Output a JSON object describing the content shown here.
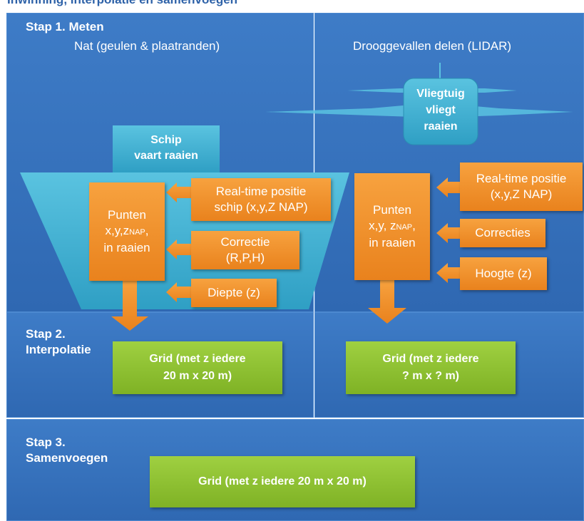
{
  "top_title": "Inwinning, interpolatie en samenvoegen",
  "step1": {
    "title": "Stap 1. Meten",
    "left_heading": "Nat (geulen & plaatranden)",
    "right_heading": "Drooggevallen delen (LIDAR)",
    "ship_label_line1": "Schip",
    "ship_label_line2": "vaart raaien",
    "plane_label_line1": "Vliegtuig",
    "plane_label_line2": "vliegt",
    "plane_label_line3": "raaien",
    "left_points_line1": "Punten",
    "left_points_line2": "x,y,z",
    "left_points_sub": "NAP",
    "left_points_comma": ",",
    "left_points_line3": "in raaien",
    "left_inputs": [
      {
        "line1": "Real-time positie",
        "line2": "schip (x,y,Z NAP)"
      },
      {
        "line1": "Correctie",
        "line2": "(R,P,H)"
      },
      {
        "line1": "Diepte (z)",
        "line2": ""
      }
    ],
    "right_points_line1": "Punten",
    "right_points_line2": "x,y, z",
    "right_points_sub": "NAP",
    "right_points_comma": ",",
    "right_points_line3": "in raaien",
    "right_inputs": [
      {
        "line1": "Real-time positie",
        "line2": "(x,y,Z NAP)"
      },
      {
        "line1": "Correcties",
        "line2": ""
      },
      {
        "line1": "Hoogte (z)",
        "line2": ""
      }
    ]
  },
  "step2": {
    "title_line1": "Stap 2.",
    "title_line2": "Interpolatie",
    "left_grid_line1": "Grid (met z iedere",
    "left_grid_line2": "20 m x 20 m)",
    "right_grid_line1": "Grid (met z iedere",
    "right_grid_line2": "? m x ? m)"
  },
  "step3": {
    "title_line1": "Stap 3.",
    "title_line2": "Samenvoegen",
    "grid": "Grid (met z iedere 20 m x 20 m)"
  },
  "colors": {
    "panel_blue": "#3e7cc7",
    "ship_cyan": "#45b6d6",
    "orange": "#f08d2a",
    "green": "#8cc133"
  }
}
